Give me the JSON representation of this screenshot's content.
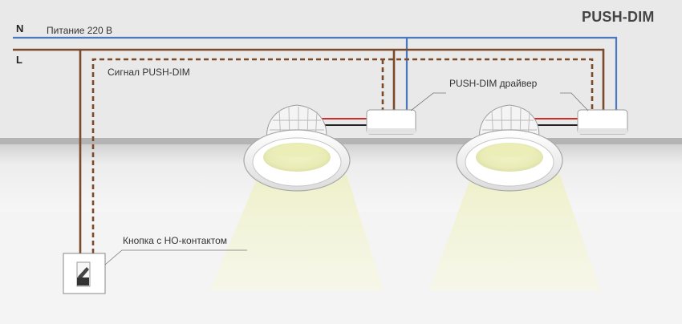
{
  "title": "PUSH-DIM",
  "wires": {
    "neutral_letter": "N",
    "line_letter": "L",
    "power_label": "Питание 220 В",
    "signal_label": "Сигнал PUSH-DIM"
  },
  "driver_label": "PUSH-DIM драйвер",
  "switch_label": "Кнопка с НО-контактом",
  "colors": {
    "neutral_wire": "#4a78c0",
    "line_wire": "#7a4a2a",
    "signal_wire": "#7a4a2a",
    "red_wire": "#d42a2a",
    "light_beam": "#f3f5d8",
    "lamp_glow": "#eef0c0"
  }
}
